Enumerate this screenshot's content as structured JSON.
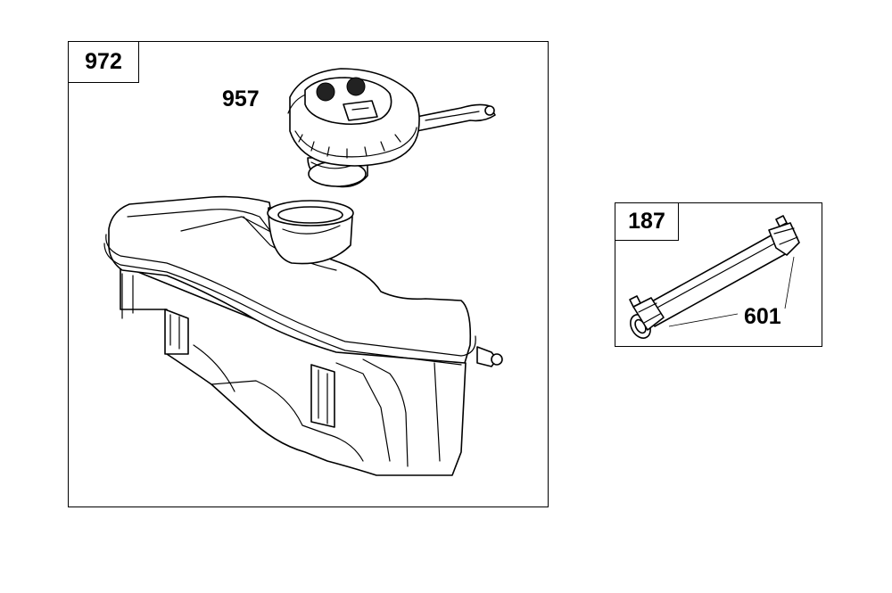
{
  "assemblies": [
    {
      "id": "tank",
      "box_label": "972",
      "callouts": [
        "957"
      ]
    },
    {
      "id": "hose",
      "box_label": "187",
      "callouts": [
        "601"
      ]
    }
  ],
  "icons": {
    "fuel_tank": "fuel-tank-icon",
    "fuel_cap": "fuel-cap-icon",
    "fuel_hose": "fuel-hose-icon",
    "hose_clamp": "hose-clamp-icon"
  },
  "colors": {
    "line": "#000000",
    "background": "#ffffff"
  }
}
